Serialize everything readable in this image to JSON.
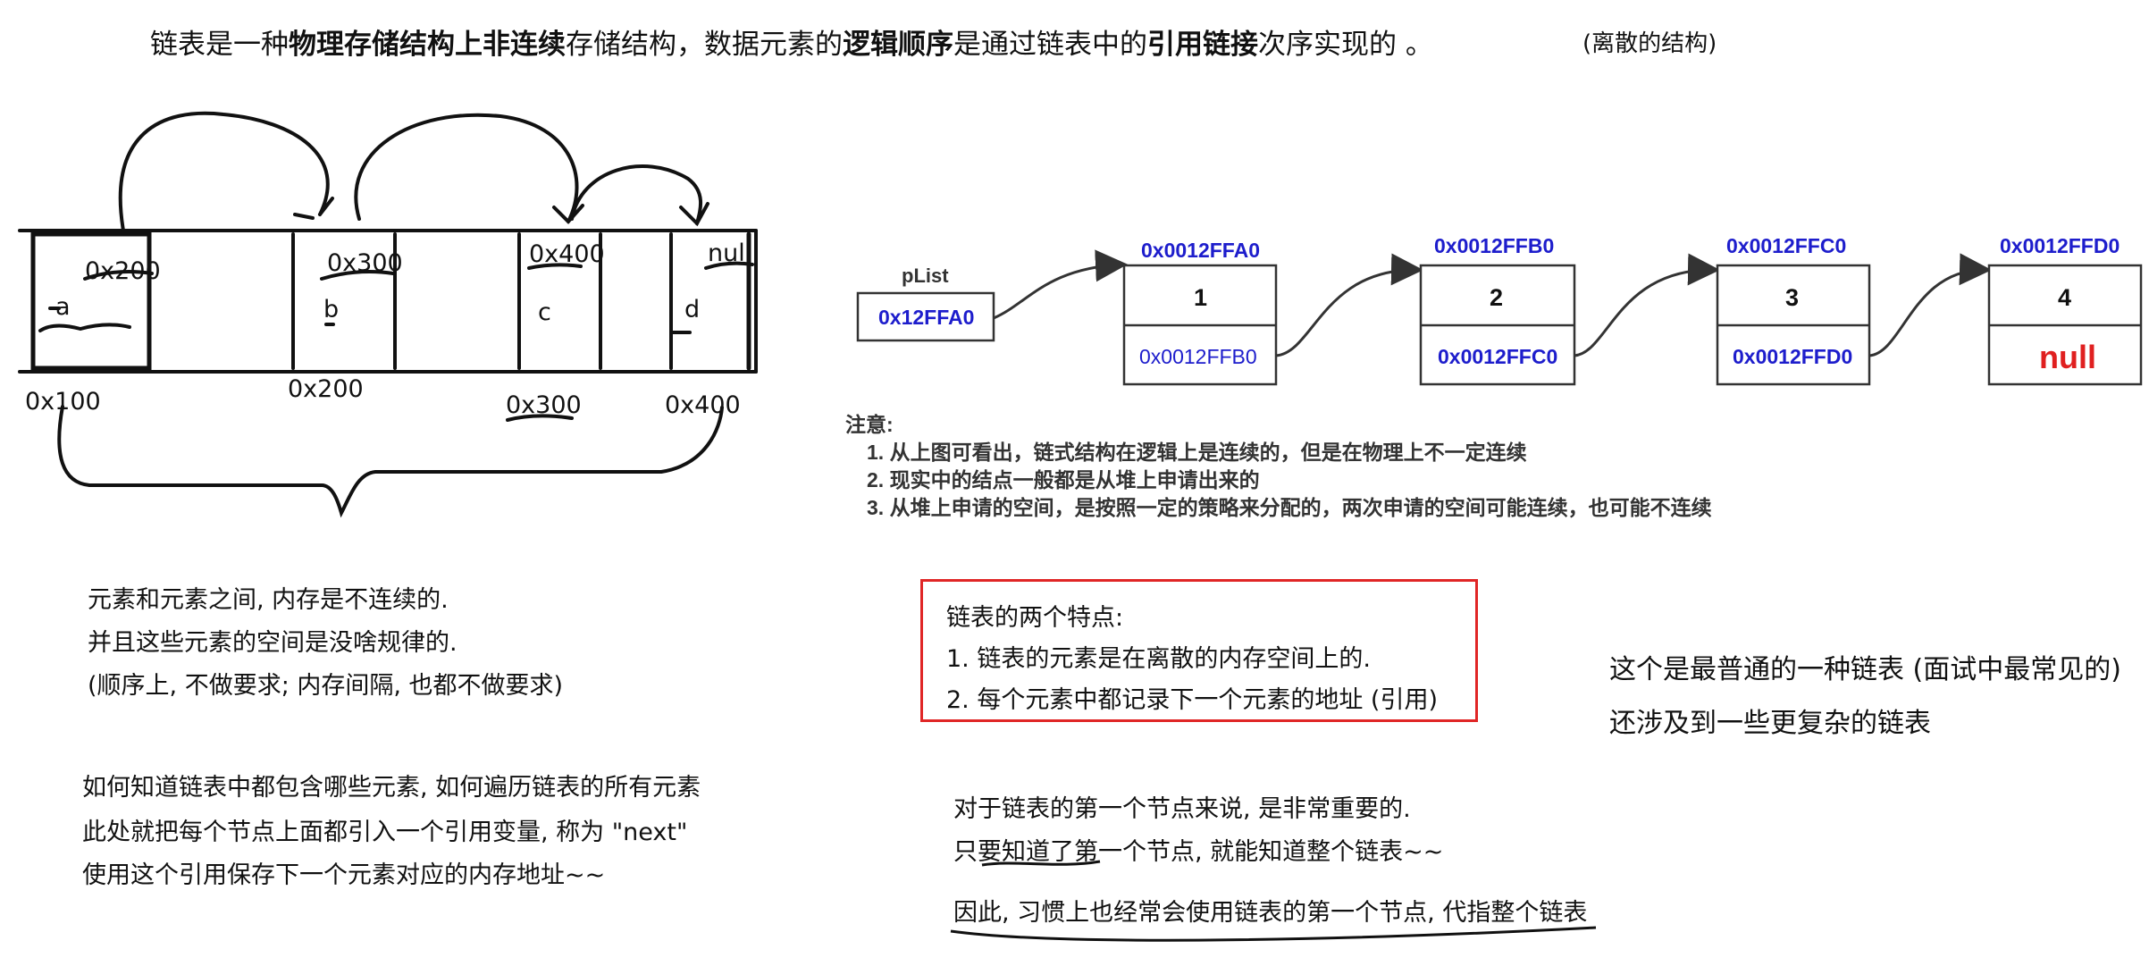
{
  "title": {
    "p1": "链表是一种",
    "b1": "物理存储结构上非连续",
    "p2": "存储结构，数据元素的",
    "b2": "逻辑顺序",
    "p3": "是通过链表中的",
    "b3": "引用链接",
    "p4": "次序实现的 。",
    "note": "(离散的结构)"
  },
  "sketch": {
    "cells": [
      {
        "name": "a",
        "next": "0x200",
        "addr": "0x100"
      },
      {
        "name": "b",
        "next": "0x300",
        "addr": "0x200"
      },
      {
        "name": "c",
        "next": "0x400",
        "addr": "0x300"
      },
      {
        "name": "d",
        "next": "null",
        "addr": "0x400"
      }
    ]
  },
  "linked_list": {
    "head_label": "pList",
    "head_value": "0x12FFA0",
    "nodes": [
      {
        "addr": "0x0012FFA0",
        "value": "1",
        "next": "0x0012FFB0"
      },
      {
        "addr": "0x0012FFB0",
        "value": "2",
        "next": "0x0012FFC0"
      },
      {
        "addr": "0x0012FFC0",
        "value": "3",
        "next": "0x0012FFD0"
      },
      {
        "addr": "0x0012FFD0",
        "value": "4",
        "next": "null"
      }
    ]
  },
  "notes": {
    "heading": "注意:",
    "items": [
      "1. 从上图可看出，链式结构在逻辑上是连续的，但是在物理上不一定连续",
      "2. 现实中的结点一般都是从堆上申请出来的",
      "3. 从堆上申请的空间，是按照一定的策略来分配的，两次申请的空间可能连续，也可能不连续"
    ]
  },
  "left_block_1": [
    "元素和元素之间, 内存是不连续的.",
    "并且这些元素的空间是没啥规律的.",
    "(顺序上, 不做要求; 内存间隔, 也都不做要求)"
  ],
  "left_block_2": [
    "如何知道链表中都包含哪些元素, 如何遍历链表的所有元素",
    "此处就把每个节点上面都引入一个引用变量, 称为 \"next\"",
    "使用这个引用保存下一个元素对应的内存地址~~"
  ],
  "features": {
    "heading": "链表的两个特点:",
    "items": [
      "1. 链表的元素是在离散的内存空间上的.",
      "2. 每个元素中都记录下一个元素的地址 (引用)"
    ]
  },
  "right_block": [
    "这个是最普通的一种链表 (面试中最常见的)",
    "还涉及到一些更复杂的链表"
  ],
  "bottom_mid": [
    "对于链表的第一个节点来说, 是非常重要的.",
    "只要知道了第一个节点, 就能知道整个链表~~",
    "因此, 习惯上也经常会使用链表的第一个节点, 代指整个链表"
  ],
  "colors": {
    "address_blue": "#1d1dcc",
    "null_red": "#e02020",
    "box_red": "#e02626"
  }
}
